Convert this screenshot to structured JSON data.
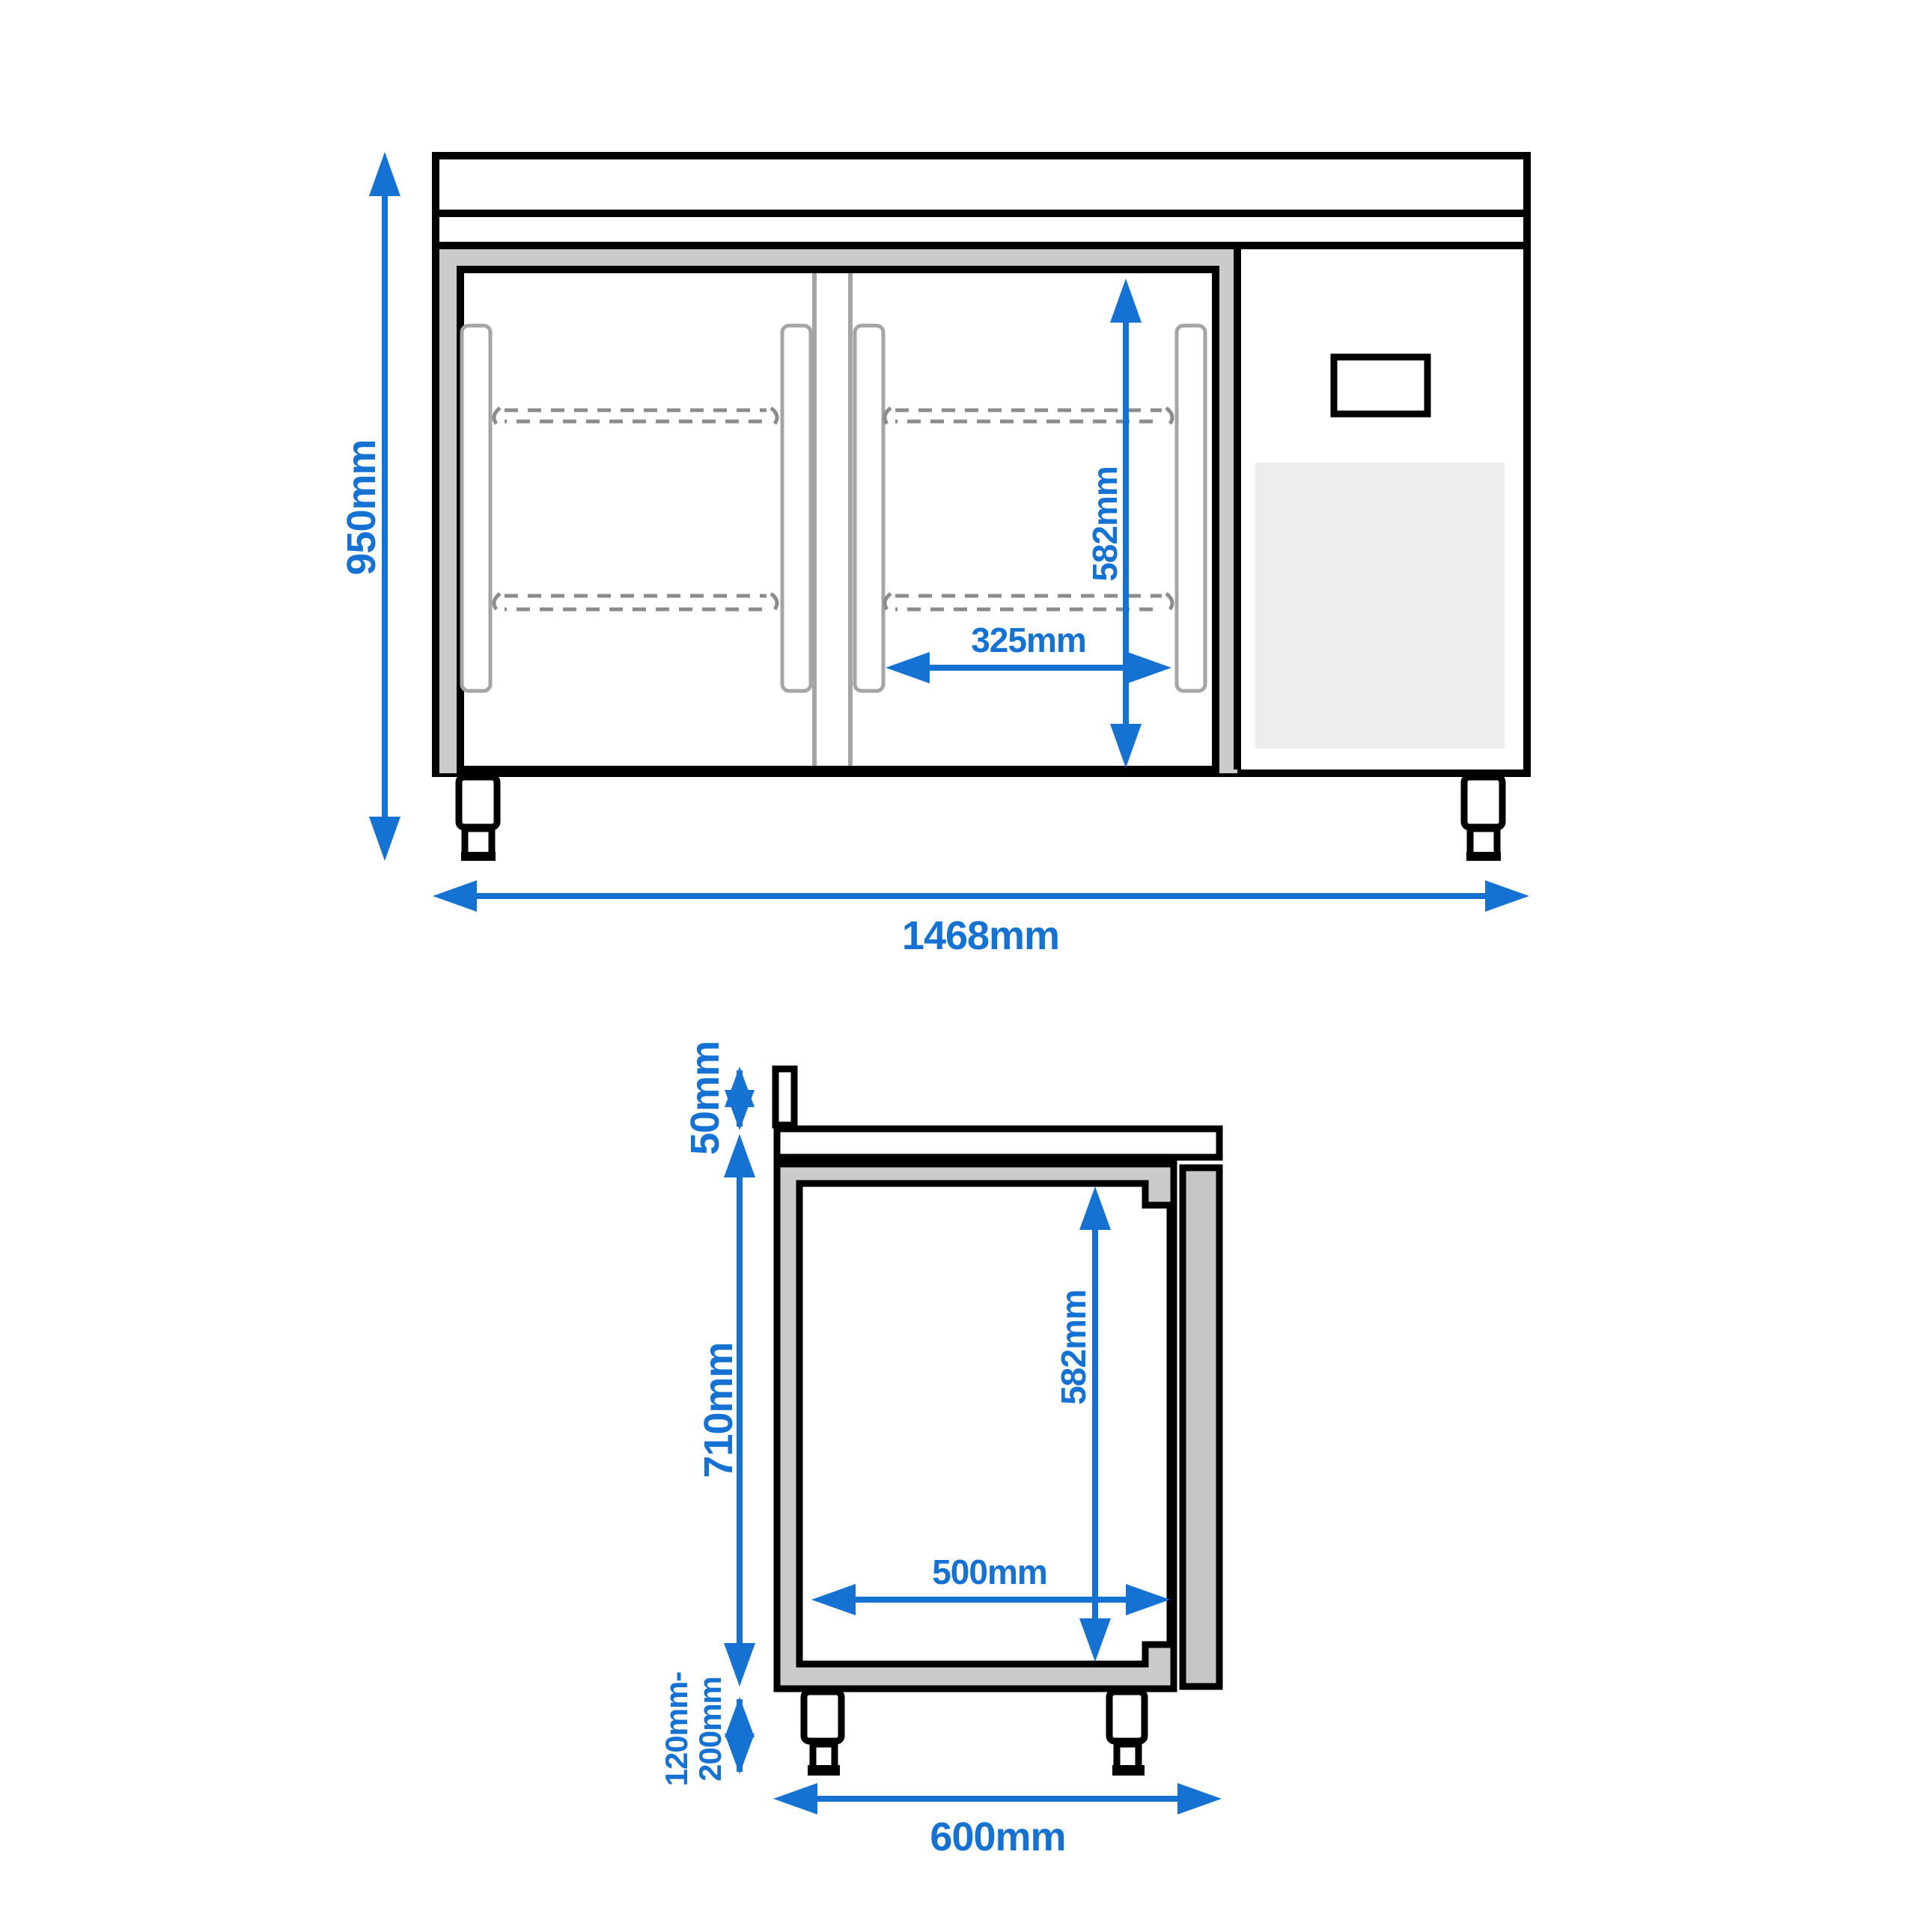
{
  "drawing": {
    "type": "technical-dimension-drawing",
    "subject": "refrigerated bar counter with two glass doors and side compressor compartment",
    "colors": {
      "dimension_blue": "#1672d2",
      "outline_black": "#000000",
      "wall_gray": "#cbcbcb",
      "detail_gray": "#a5a5a5",
      "shelf_dash_gray": "#8c8c8c",
      "vent_gray": "#ededed",
      "background": "#ffffff"
    },
    "front": {
      "height_label": "950mm",
      "height_mm": 950,
      "width_label": "1468mm",
      "width_mm": 1468,
      "inner_height_label": "582mm",
      "inner_height_mm": 582,
      "door_width_label": "325mm",
      "door_width_mm": 325
    },
    "side": {
      "splashback_label": "50mm",
      "splashback_mm": 50,
      "body_height_label": "710mm",
      "body_height_mm": 710,
      "leg_height_label_line1": "120mm-",
      "leg_height_label_line2": "200mm",
      "leg_height_min_mm": 120,
      "leg_height_max_mm": 200,
      "inner_height_label": "582mm",
      "inner_height_mm": 582,
      "inner_depth_label": "500mm",
      "inner_depth_mm": 500,
      "depth_label": "600mm",
      "depth_mm": 600
    }
  }
}
